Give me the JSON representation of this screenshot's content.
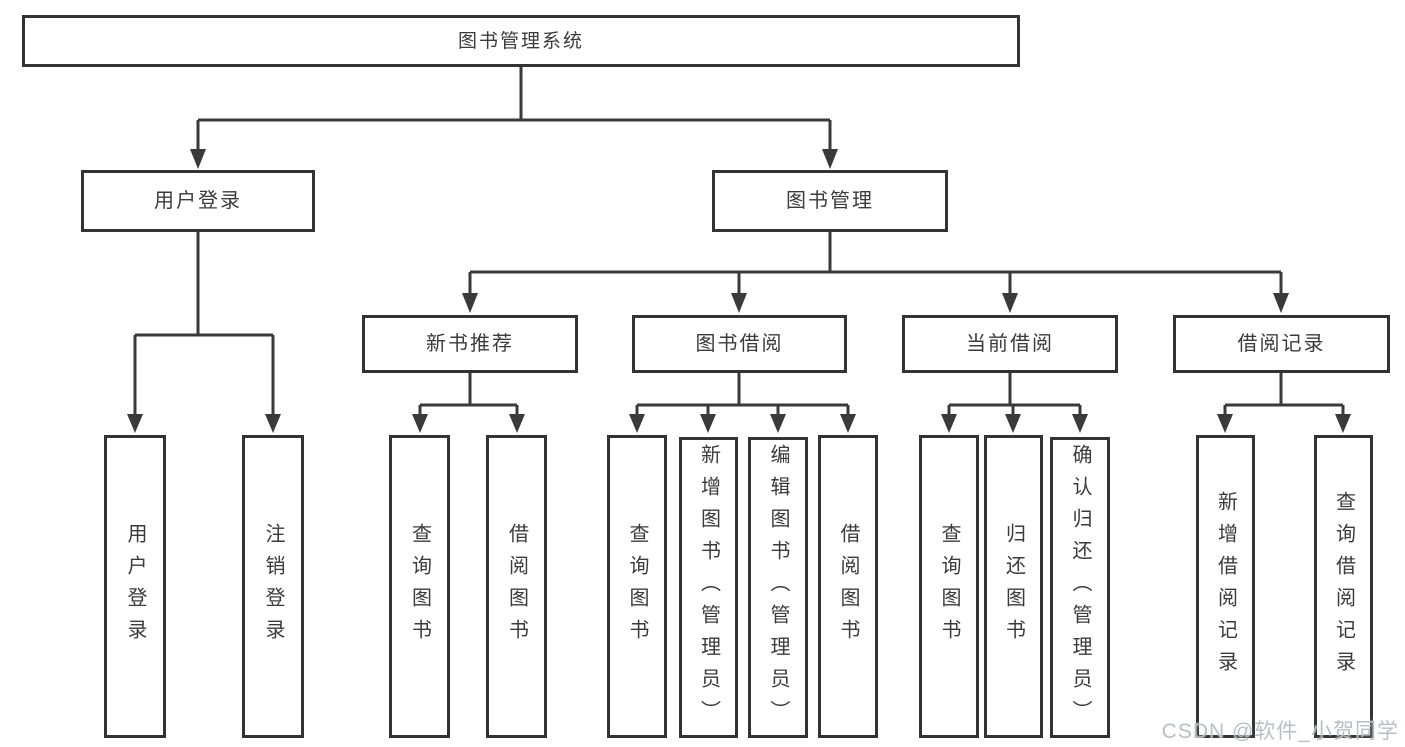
{
  "diagram": {
    "type": "hierarchy-tree",
    "root": {
      "label": "图书管理系统"
    },
    "level2": [
      {
        "label": "用户登录",
        "parent": "图书管理系统"
      },
      {
        "label": "图书管理",
        "parent": "图书管理系统"
      }
    ],
    "level3": [
      {
        "label": "新书推荐",
        "parent": "图书管理"
      },
      {
        "label": "图书借阅",
        "parent": "图书管理"
      },
      {
        "label": "当前借阅",
        "parent": "图书管理"
      },
      {
        "label": "借阅记录",
        "parent": "图书管理"
      }
    ],
    "leaves": [
      {
        "label": "用户登录",
        "parent": "用户登录"
      },
      {
        "label": "注销登录",
        "parent": "用户登录"
      },
      {
        "label": "查询图书",
        "parent": "新书推荐"
      },
      {
        "label": "借阅图书",
        "parent": "新书推荐"
      },
      {
        "label": "查询图书",
        "parent": "图书借阅"
      },
      {
        "label": "新增图书（管理员）",
        "parent": "图书借阅"
      },
      {
        "label": "编辑图书（管理员）",
        "parent": "图书借阅"
      },
      {
        "label": "借阅图书",
        "parent": "图书借阅"
      },
      {
        "label": "查询图书",
        "parent": "当前借阅"
      },
      {
        "label": "归还图书",
        "parent": "当前借阅"
      },
      {
        "label": "确认归还（管理员）",
        "parent": "当前借阅"
      },
      {
        "label": "新增借阅记录",
        "parent": "借阅记录"
      },
      {
        "label": "查询借阅记录",
        "parent": "借阅记录"
      }
    ]
  },
  "watermark": {
    "text": "CSDN @软件_小贺同学"
  },
  "colors": {
    "background": "#ffffff",
    "box_border": "#333333",
    "line": "#3a3a3a",
    "text": "#3b3b3b",
    "watermark": "#b7bbc1"
  }
}
